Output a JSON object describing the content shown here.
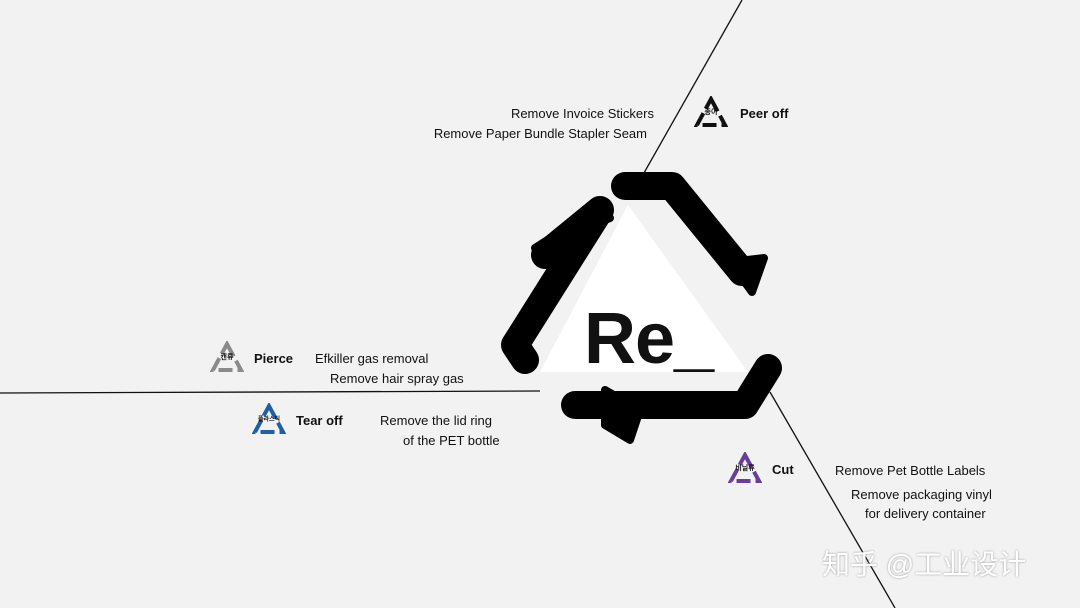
{
  "logo": {
    "text": "Re_"
  },
  "sections": [
    {
      "title": "Peer off",
      "icon_label": "종이",
      "color": "#111111",
      "lines": [
        "Remove Invoice Stickers",
        "Remove Paper Bundle Stapler Seam"
      ]
    },
    {
      "title": "Pierce",
      "icon_label": "캔류",
      "color": "#8a8a8a",
      "lines": [
        "Efkiller gas removal",
        "Remove hair spray gas"
      ]
    },
    {
      "title": "Tear off",
      "icon_label": "플라스틱",
      "color": "#1f5fa8",
      "lines": [
        "Remove the lid ring",
        "of the PET bottle"
      ]
    },
    {
      "title": "Cut",
      "icon_label": "비닐류",
      "color": "#6a3d9a",
      "lines": [
        "Remove Pet Bottle Labels",
        "Remove packaging vinyl",
        "for delivery container"
      ]
    }
  ],
  "watermark": "知乎 @工业设计"
}
